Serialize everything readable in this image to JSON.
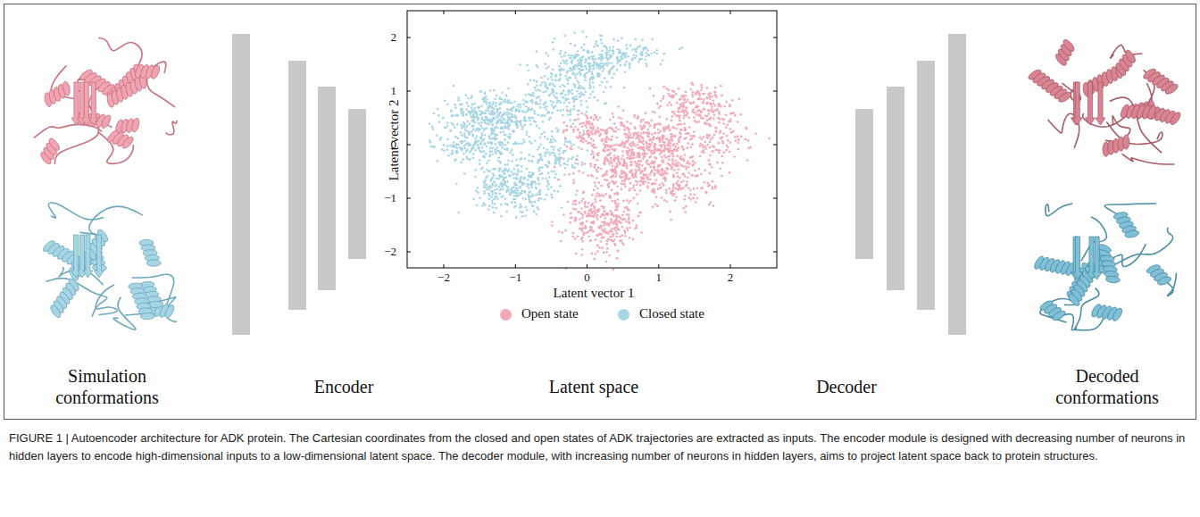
{
  "diagram": {
    "caption": "FIGURE 1 | Autoencoder architecture for ADK protein. The Cartesian coordinates from the closed and open states of ADK trajectories are extracted as inputs. The encoder module is designed with decreasing number of neurons in hidden layers to encode high-dimensional inputs to a low-dimensional latent space. The decoder module, with increasing number of neurons in hidden layers, aims to project latent space back to protein structures.",
    "labels": [
      "Latent vector 2",
      "2",
      "1",
      "0",
      "−1",
      "−2",
      "−2",
      "−1",
      "0",
      "1",
      "2",
      "Latent vector 1",
      "Simulation conformations",
      "Encoder",
      "Latent space",
      "Decoder",
      "Decoded conformations"
    ],
    "legend": [
      {
        "text": "Open state",
        "color": "#f2a9b6"
      },
      {
        "text": "Closed state",
        "color": "#a6d5e4"
      }
    ]
  }
}
